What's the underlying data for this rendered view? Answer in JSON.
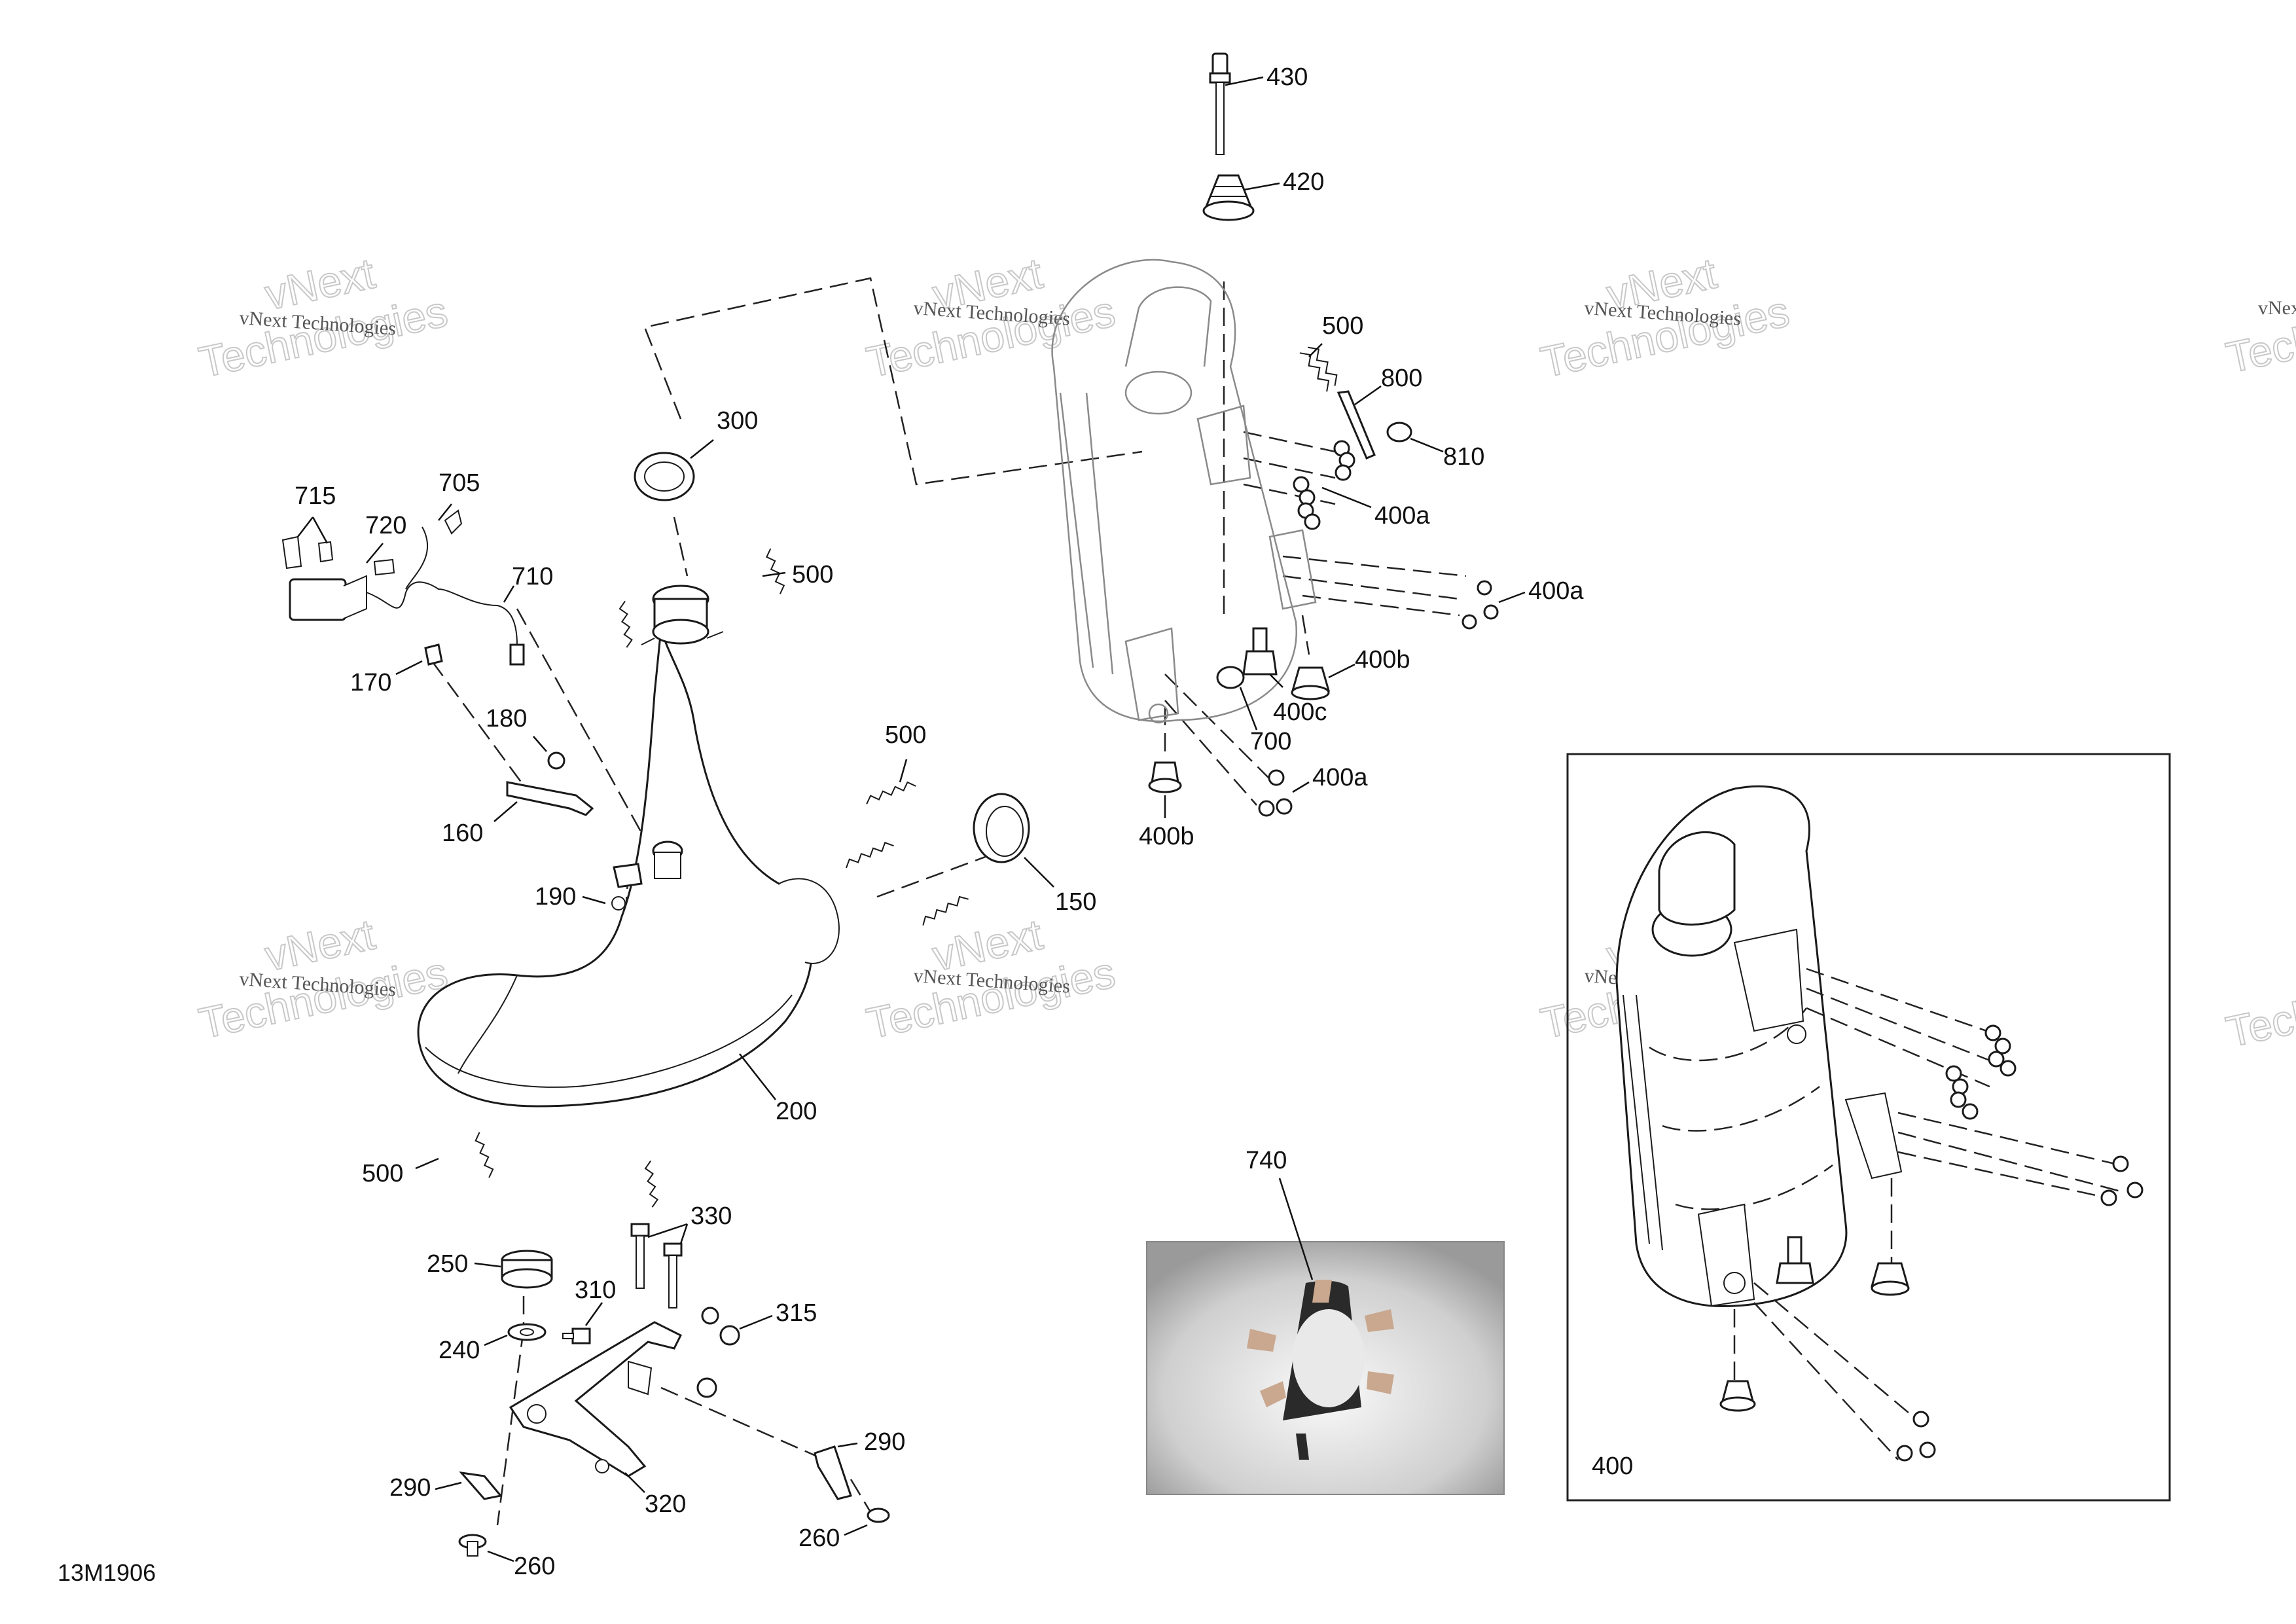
{
  "document_ref": "13M1906",
  "watermark": {
    "line1": "vNext",
    "line2": "Technologies",
    "small": "vNext Technologies"
  },
  "inset_label": "400",
  "callouts": [
    {
      "id": "430",
      "text": "430"
    },
    {
      "id": "420",
      "text": "420"
    },
    {
      "id": "500a",
      "text": "500"
    },
    {
      "id": "800",
      "text": "800"
    },
    {
      "id": "810",
      "text": "810"
    },
    {
      "id": "400a1",
      "text": "400a"
    },
    {
      "id": "400a2",
      "text": "400a"
    },
    {
      "id": "400b1",
      "text": "400b"
    },
    {
      "id": "400c",
      "text": "400c"
    },
    {
      "id": "700",
      "text": "700"
    },
    {
      "id": "400a3",
      "text": "400a"
    },
    {
      "id": "400b2",
      "text": "400b"
    },
    {
      "id": "300",
      "text": "300"
    },
    {
      "id": "715",
      "text": "715"
    },
    {
      "id": "705",
      "text": "705"
    },
    {
      "id": "720",
      "text": "720"
    },
    {
      "id": "710",
      "text": "710"
    },
    {
      "id": "500b",
      "text": "500"
    },
    {
      "id": "170",
      "text": "170"
    },
    {
      "id": "180",
      "text": "180"
    },
    {
      "id": "160",
      "text": "160"
    },
    {
      "id": "500c",
      "text": "500"
    },
    {
      "id": "190",
      "text": "190"
    },
    {
      "id": "150",
      "text": "150"
    },
    {
      "id": "200",
      "text": "200"
    },
    {
      "id": "500d",
      "text": "500"
    },
    {
      "id": "330",
      "text": "330"
    },
    {
      "id": "250",
      "text": "250"
    },
    {
      "id": "310",
      "text": "310"
    },
    {
      "id": "315",
      "text": "315"
    },
    {
      "id": "240",
      "text": "240"
    },
    {
      "id": "290a",
      "text": "290"
    },
    {
      "id": "290b",
      "text": "290"
    },
    {
      "id": "320",
      "text": "320"
    },
    {
      "id": "260a",
      "text": "260"
    },
    {
      "id": "260b",
      "text": "260"
    },
    {
      "id": "740",
      "text": "740"
    }
  ]
}
